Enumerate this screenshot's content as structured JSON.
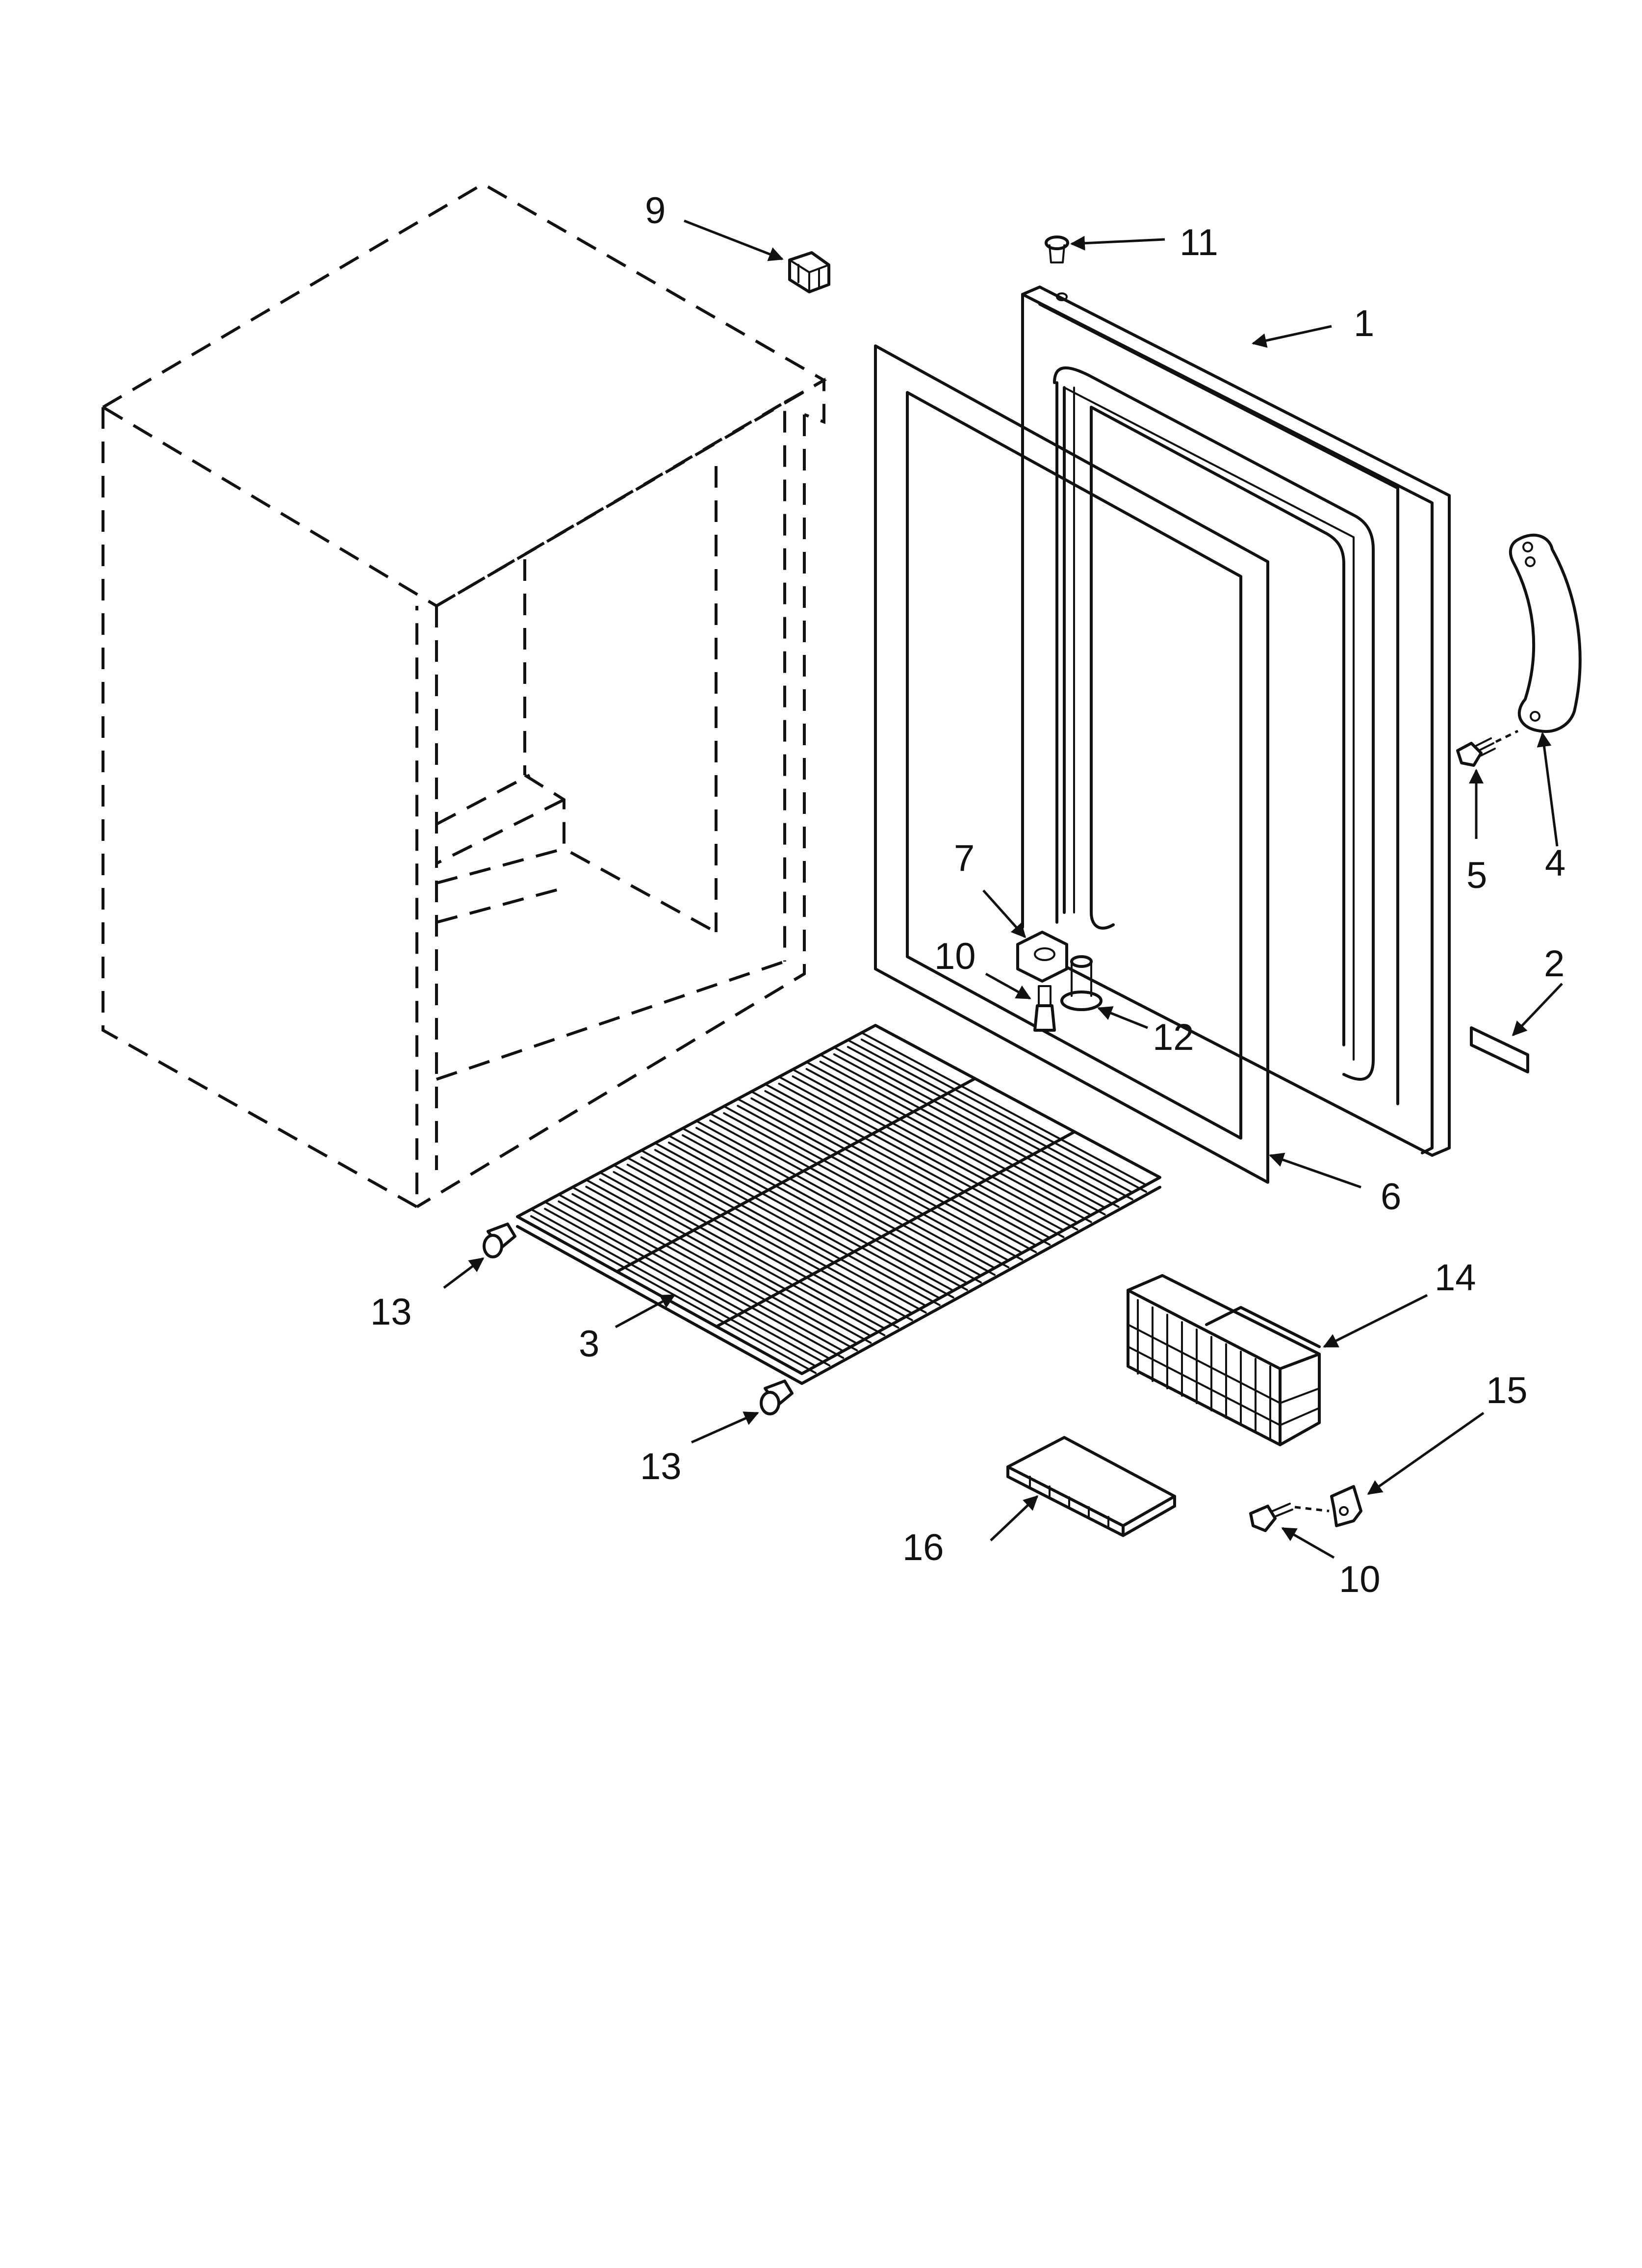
{
  "callouts": {
    "c1": "1",
    "c2": "2",
    "c3": "3",
    "c4": "4",
    "c5": "5",
    "c6": "6",
    "c7": "7",
    "c9": "9",
    "c10a": "10",
    "c10b": "10",
    "c11": "11",
    "c12": "12",
    "c13a": "13",
    "c13b": "13",
    "c14": "14",
    "c15": "15",
    "c16": "16"
  },
  "colors": {
    "line": "#111111",
    "background": "#ffffff"
  }
}
